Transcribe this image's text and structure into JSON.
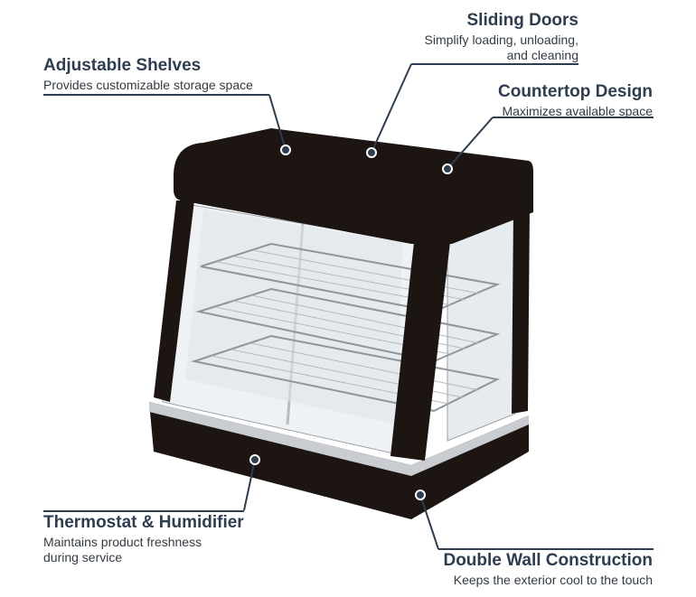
{
  "features": {
    "sliding_doors": {
      "title": "Sliding Doors",
      "desc_line1": "Simplify loading, unloading,",
      "desc_line2": "and cleaning"
    },
    "adjustable_shelves": {
      "title": "Adjustable Shelves",
      "desc": "Provides customizable storage space"
    },
    "countertop_design": {
      "title": "Countertop Design",
      "desc": "Maximizes available space"
    },
    "thermostat_humidifier": {
      "title": "Thermostat & Humidifier",
      "desc_line1": "Maintains product freshness",
      "desc_line2": "during service"
    },
    "double_wall": {
      "title": "Double Wall Construction",
      "desc": "Keeps the exterior cool to the touch"
    }
  },
  "colors": {
    "text": "#2e3d4f",
    "cabinet": "#1c1512",
    "steel": "#bfc3c7",
    "glass": "#e8eef2"
  }
}
